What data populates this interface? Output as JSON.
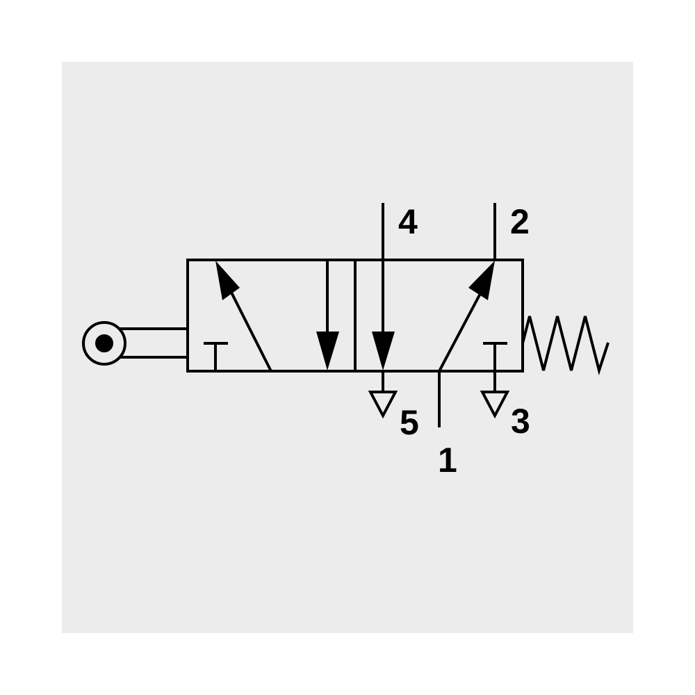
{
  "diagram": {
    "type": "5/2 directional control valve, roller actuated, spring return",
    "ports": {
      "p4": "4",
      "p2": "2",
      "p5": "5",
      "p3": "3",
      "p1": "1"
    },
    "colors": {
      "background": "#ececec",
      "stroke": "#000000"
    }
  }
}
